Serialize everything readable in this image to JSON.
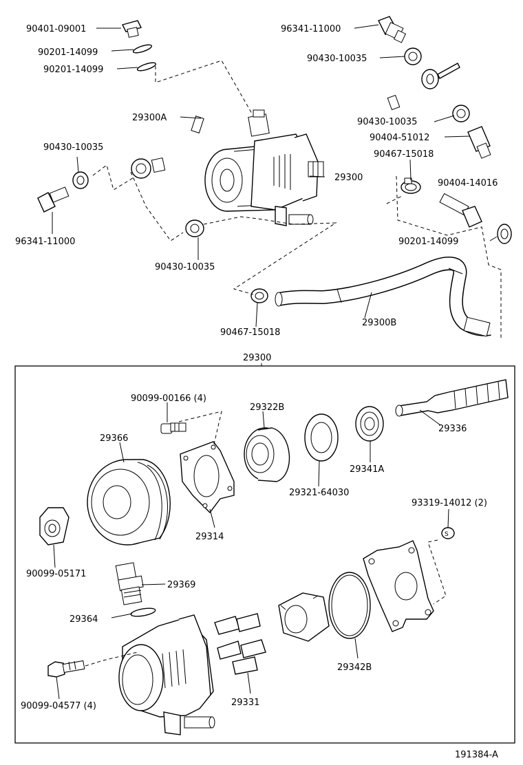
{
  "figure_id": "191384-A",
  "assembly_title": "29300",
  "labels": [
    "90401-09001",
    "90201-14099",
    "90201-14099",
    "96341-11000",
    "90430-10035",
    "29300A",
    "90430-10035",
    "90404-51012",
    "90467-15018",
    "90430-10035",
    "29300",
    "90404-14016",
    "96341-11000",
    "90430-10035",
    "90201-14099",
    "29300B",
    "90467-15018",
    "90099-00166 (4)",
    "29322B",
    "29336",
    "29366",
    "29341A",
    "29321-64030",
    "29314",
    "93319-14012 (2)",
    "90099-05171",
    "29369",
    "29364",
    "29342B",
    "29331",
    "90099-04577 (4)"
  ]
}
